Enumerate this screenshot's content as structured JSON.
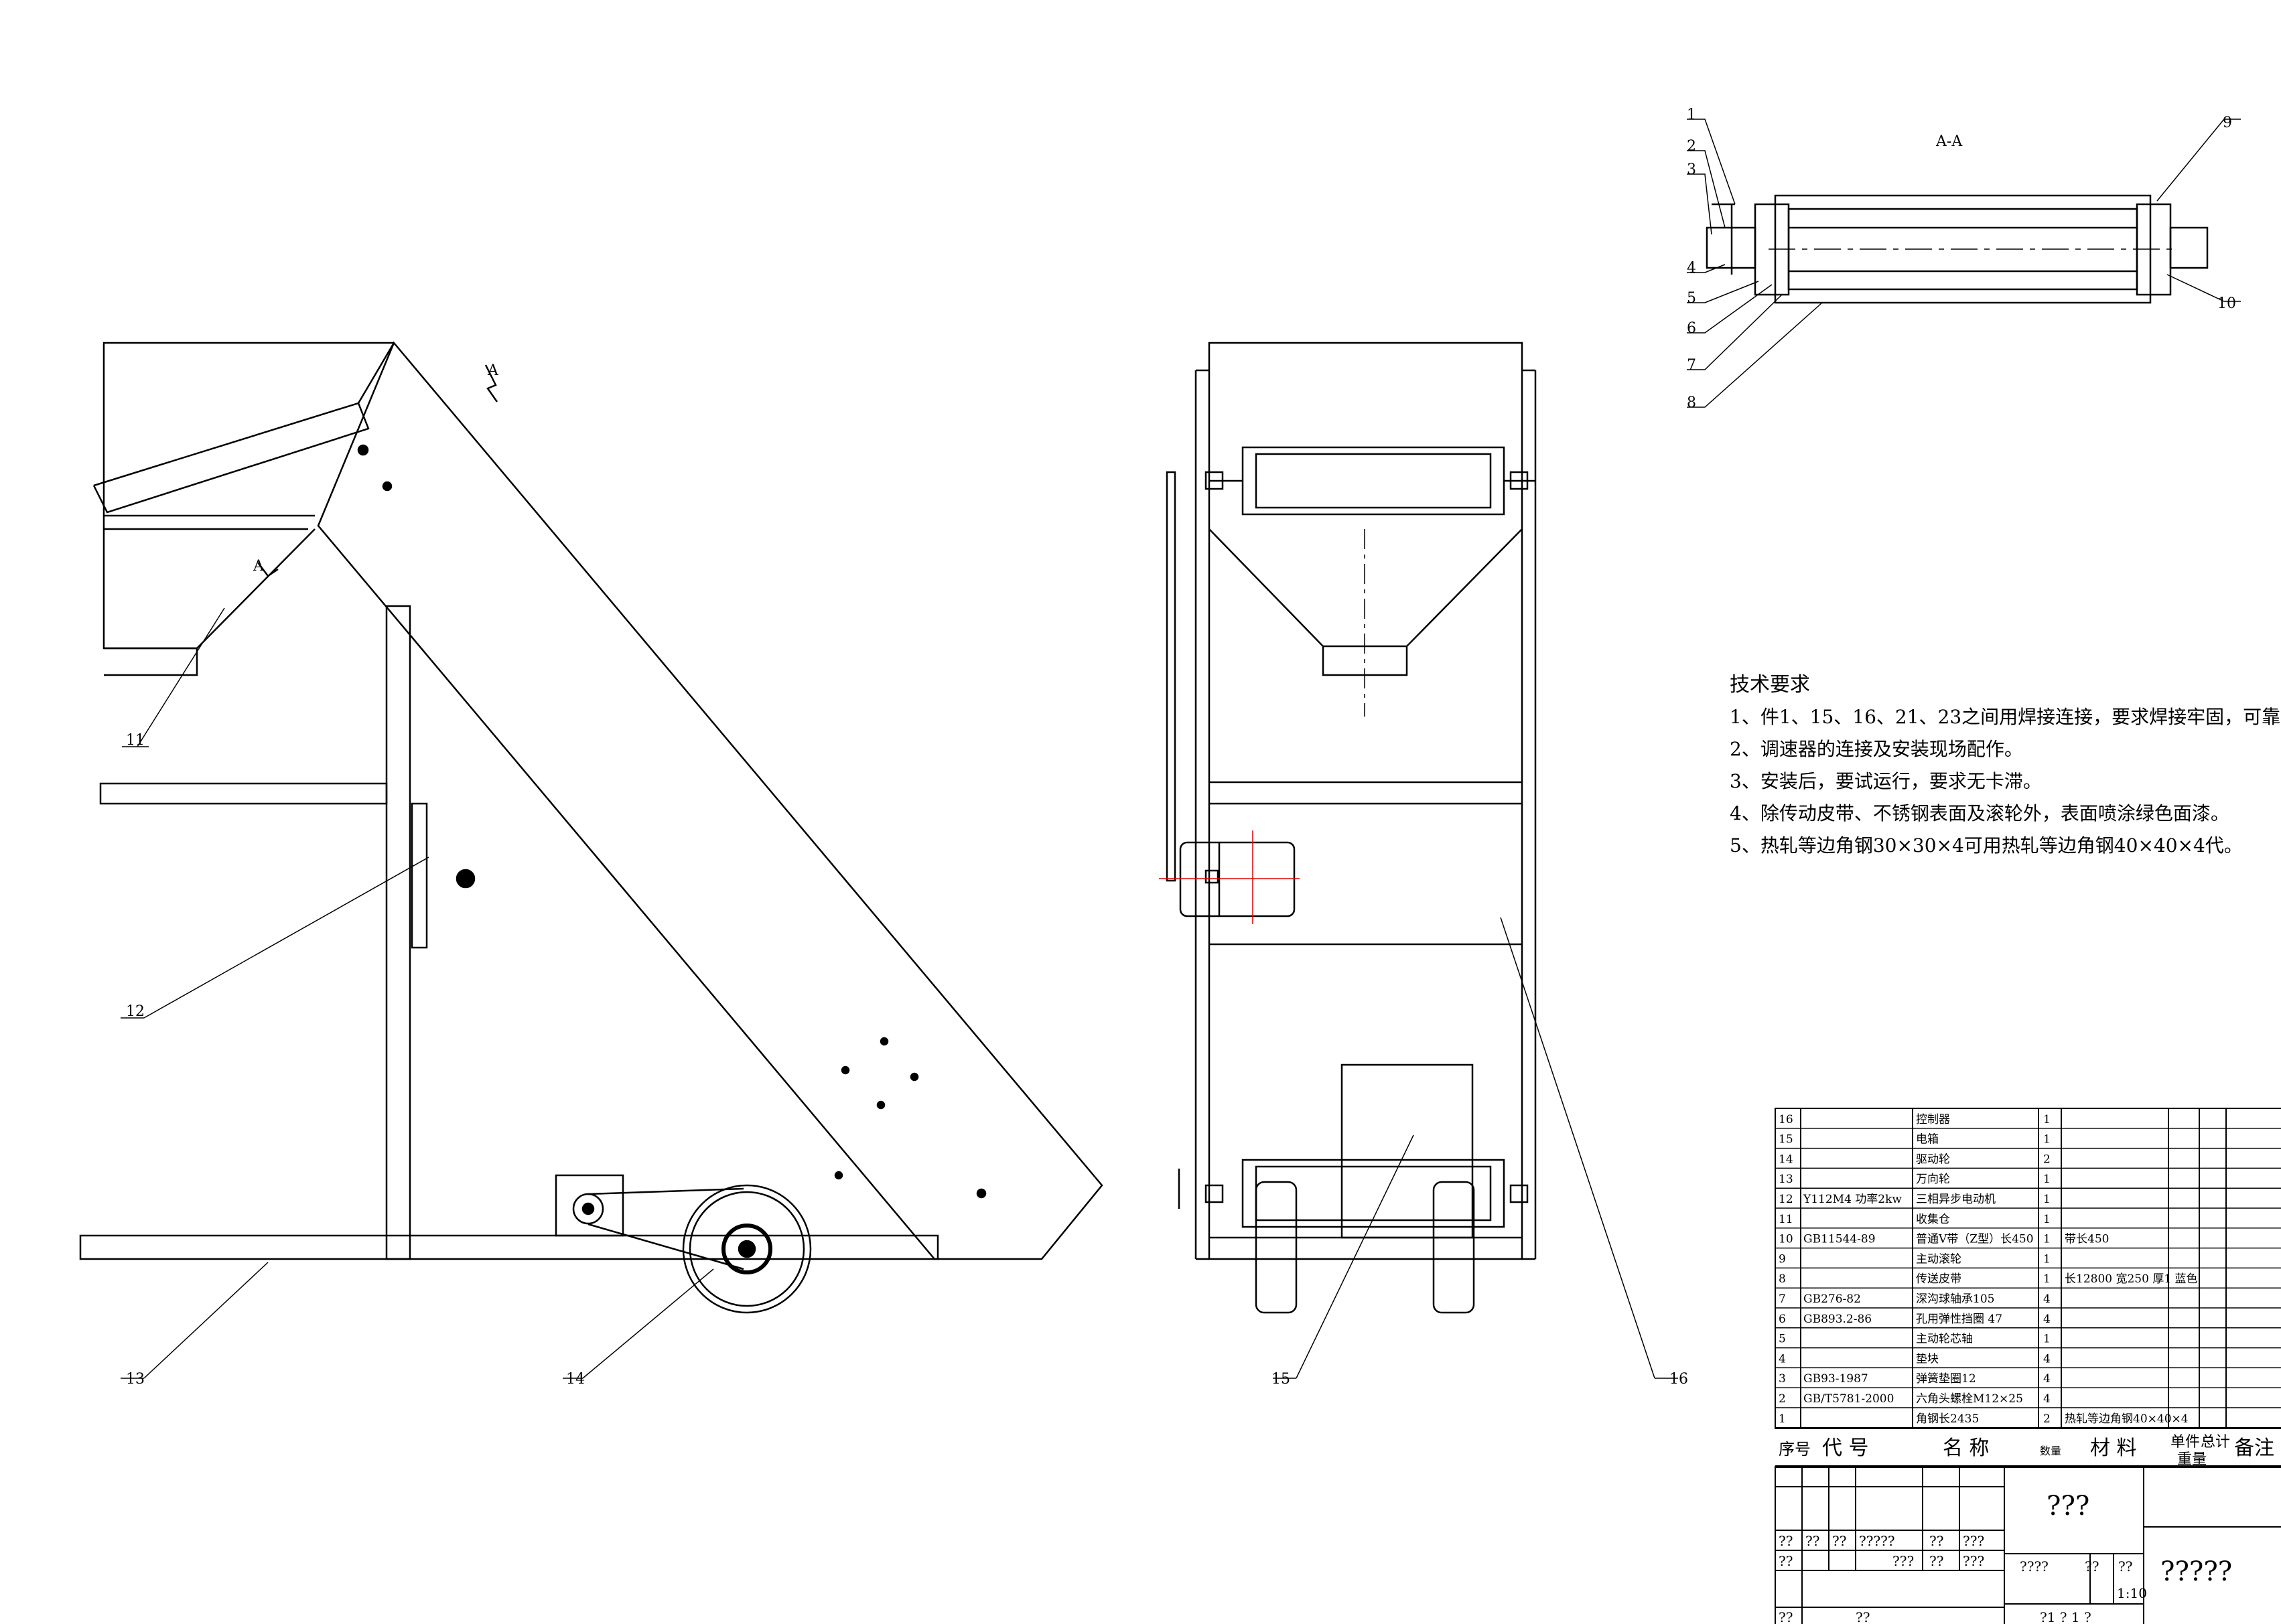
{
  "section_view": {
    "title": "A-A",
    "part_numbers": [
      "1",
      "2",
      "3",
      "4",
      "5",
      "6",
      "7",
      "8",
      "9",
      "10"
    ]
  },
  "view_markers": {
    "section_a": "A",
    "section_a_marker": "A"
  },
  "part_callouts": [
    "11",
    "12",
    "13",
    "14",
    "15",
    "16"
  ],
  "technical_requirements": {
    "title": "技术要求",
    "items": [
      "1、件1、15、16、21、23之间用焊接连接，要求焊接牢固，可靠。",
      "2、调速器的连接及安装现场配作。",
      "3、安装后，要试运行，要求无卡滞。",
      "4、除传动皮带、不锈钢表面及滚轮外，表面喷涂绿色面漆。",
      "5、热轧等边角钢30×30×4可用热轧等边角钢40×40×4代。"
    ]
  },
  "bom": {
    "rows": [
      {
        "no": "16",
        "code": "",
        "name": "控制器",
        "qty": "1",
        "material": ""
      },
      {
        "no": "15",
        "code": "",
        "name": "电箱",
        "qty": "1",
        "material": ""
      },
      {
        "no": "14",
        "code": "",
        "name": "驱动轮",
        "qty": "2",
        "material": ""
      },
      {
        "no": "13",
        "code": "",
        "name": "万向轮",
        "qty": "1",
        "material": ""
      },
      {
        "no": "12",
        "code": "Y112M4 功率2kw",
        "name": "三相异步电动机",
        "qty": "1",
        "material": ""
      },
      {
        "no": "11",
        "code": "",
        "name": "收集仓",
        "qty": "1",
        "material": ""
      },
      {
        "no": "10",
        "code": "GB11544-89",
        "name": "普通V带（Z型）长450",
        "qty": "1",
        "material": "带长450"
      },
      {
        "no": "9",
        "code": "",
        "name": "主动滚轮",
        "qty": "1",
        "material": ""
      },
      {
        "no": "8",
        "code": "",
        "name": "传送皮带",
        "qty": "1",
        "material": "长12800 宽250 厚1 蓝色"
      },
      {
        "no": "7",
        "code": "GB276-82",
        "name": "深沟球轴承105",
        "qty": "4",
        "material": ""
      },
      {
        "no": "6",
        "code": "GB893.2-86",
        "name": "孔用弹性挡圈 47",
        "qty": "4",
        "material": ""
      },
      {
        "no": "5",
        "code": "",
        "name": "主动轮芯轴",
        "qty": "1",
        "material": ""
      },
      {
        "no": "4",
        "code": "",
        "name": "垫块",
        "qty": "4",
        "material": ""
      },
      {
        "no": "3",
        "code": "GB93-1987",
        "name": "弹簧垫圈12",
        "qty": "4",
        "material": ""
      },
      {
        "no": "2",
        "code": "GB/T5781-2000",
        "name": "六角头螺栓M12×25",
        "qty": "4",
        "material": ""
      },
      {
        "no": "1",
        "code": "",
        "name": "角钢长2435",
        "qty": "2",
        "material": "热轧等边角钢40×40×4"
      }
    ],
    "header": {
      "no": "序号",
      "code": "代 号",
      "name": "名 称",
      "qty": "数量",
      "material": "材 料",
      "unit": "单件",
      "total": "总计",
      "weight": "重量",
      "remark": "备注"
    }
  },
  "title_block": {
    "name_cell": "???",
    "drawing_no": "?????",
    "scale": "1:10",
    "sheet": "?1 ? 1 ?",
    "cells": [
      "??",
      "??",
      "??",
      "?????",
      "??",
      "???",
      "??",
      "???",
      "??",
      "???",
      "????",
      "??",
      "??",
      "??",
      "??"
    ]
  }
}
